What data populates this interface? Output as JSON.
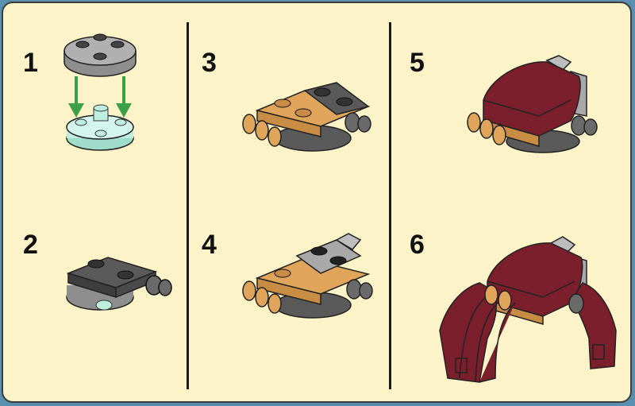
{
  "steps": [
    {
      "number": "1"
    },
    {
      "number": "2"
    },
    {
      "number": "3"
    },
    {
      "number": "4"
    },
    {
      "number": "5"
    },
    {
      "number": "6"
    }
  ],
  "colors": {
    "background_panel": "#fdf3c8",
    "border": "#5b8fb0",
    "dark_bluish_gray": "#5a5a5a",
    "light_bluish_gray": "#a9a9a9",
    "dark_red": "#7a1f2b",
    "medium_nougat": "#e0a55a",
    "trans_light_blue": "#bfeee0",
    "arrow_green": "#3aa14a"
  }
}
